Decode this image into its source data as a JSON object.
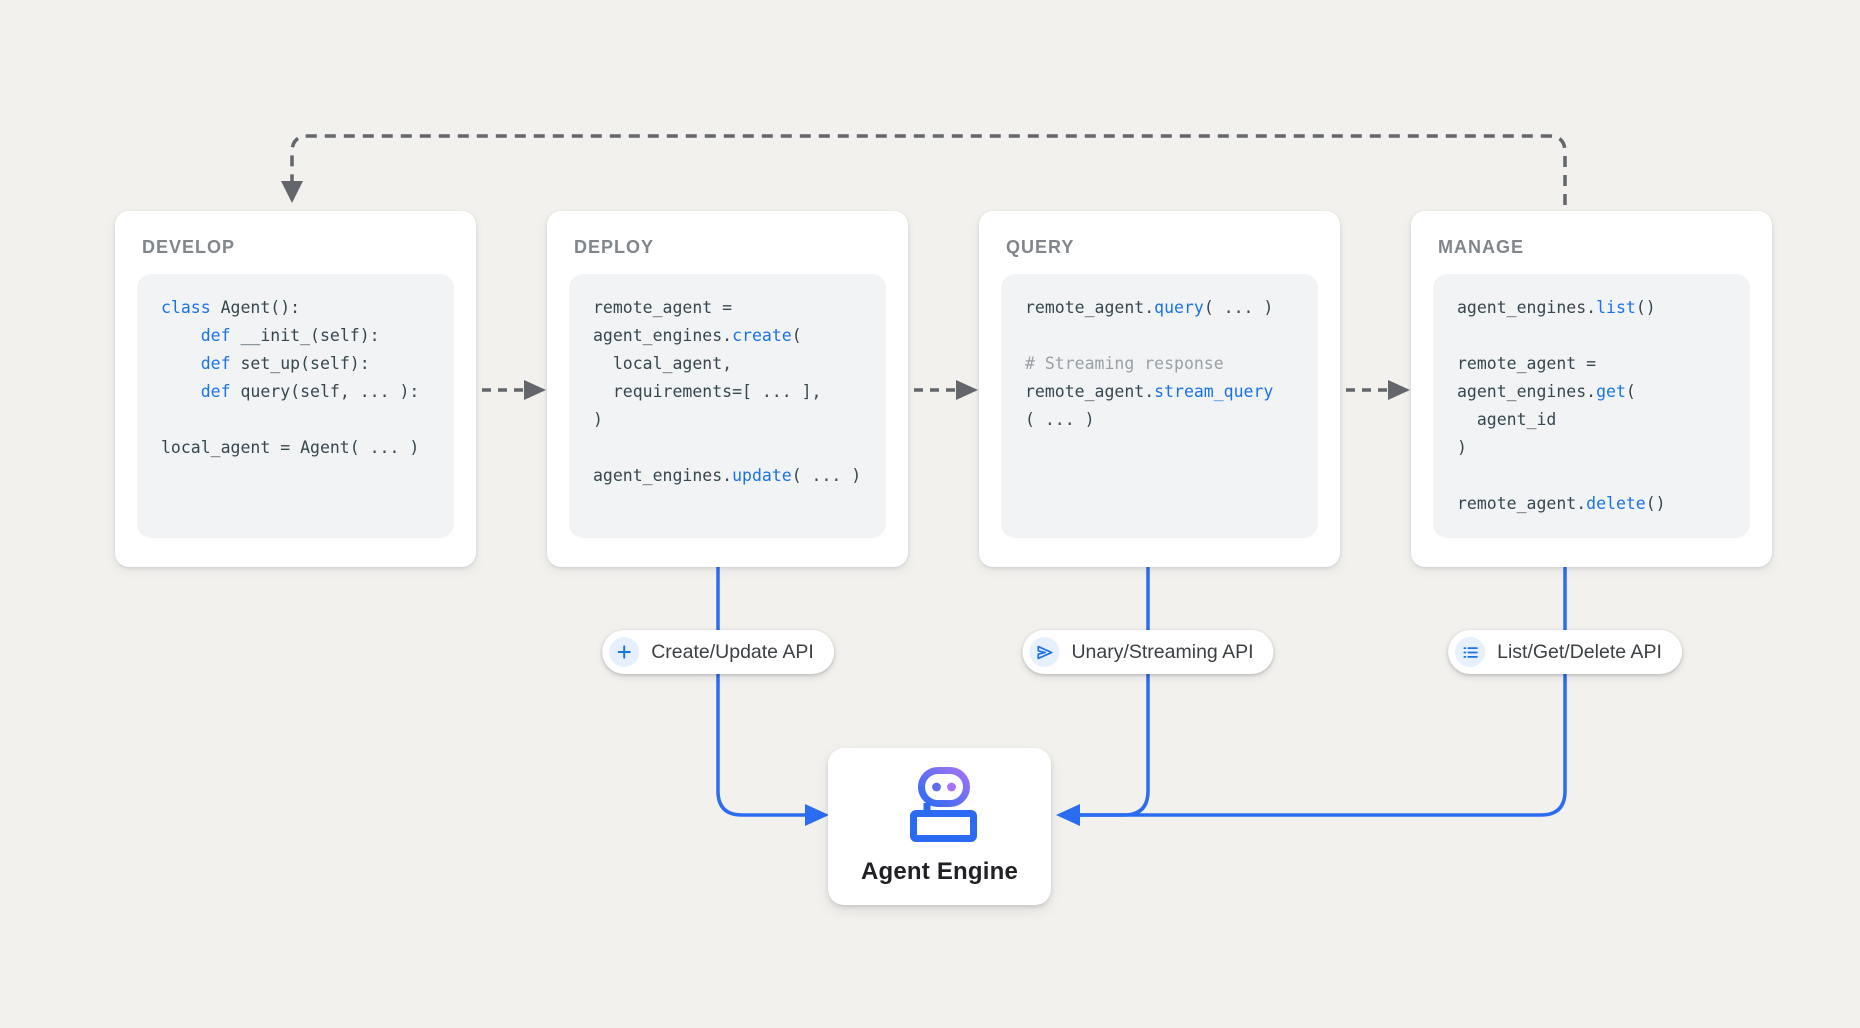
{
  "colors": {
    "bg": "#f2f1ee",
    "blue": "#2b6cf0",
    "keyword": "#1a73e8",
    "code": "#37474f",
    "comment": "#9aa0a6",
    "title": "#80868b",
    "arrow": "#63666b",
    "pilltext": "#3c4043",
    "codebg": "#f1f3f4",
    "iconbg": "#e7f0fe"
  },
  "stages": [
    {
      "title": "DEVELOP",
      "code": [
        [
          [
            "class ",
            "kw"
          ],
          [
            "Agent():",
            ""
          ]
        ],
        [
          [
            "    ",
            ""
          ],
          [
            "def ",
            "kw"
          ],
          [
            "__init_(self):",
            ""
          ]
        ],
        [
          [
            "    ",
            ""
          ],
          [
            "def ",
            "kw"
          ],
          [
            "set_up(self):",
            ""
          ]
        ],
        [
          [
            "    ",
            ""
          ],
          [
            "def ",
            "kw"
          ],
          [
            "query(self, ... ):",
            ""
          ]
        ],
        [],
        [
          [
            "local_agent = Agent( ... )",
            ""
          ]
        ]
      ]
    },
    {
      "title": "DEPLOY",
      "code": [
        [
          [
            "remote_agent =",
            ""
          ]
        ],
        [
          [
            "agent_engines.",
            ""
          ],
          [
            "create",
            "kw"
          ],
          [
            "(",
            ""
          ]
        ],
        [
          [
            "  local_agent,",
            ""
          ]
        ],
        [
          [
            "  requirements=[ ... ],",
            ""
          ]
        ],
        [
          [
            ")",
            ""
          ]
        ],
        [],
        [
          [
            "agent_engines.",
            ""
          ],
          [
            "update",
            "kw"
          ],
          [
            "( ... )",
            ""
          ]
        ]
      ]
    },
    {
      "title": "QUERY",
      "code": [
        [
          [
            "remote_agent.",
            ""
          ],
          [
            "query",
            "kw"
          ],
          [
            "( ... )",
            ""
          ]
        ],
        [],
        [
          [
            "# Streaming response",
            "cm"
          ]
        ],
        [
          [
            "remote_agent.",
            ""
          ],
          [
            "stream_query",
            "kw"
          ]
        ],
        [
          [
            "( ... )",
            ""
          ]
        ]
      ]
    },
    {
      "title": "MANAGE",
      "code": [
        [
          [
            "agent_engines.",
            ""
          ],
          [
            "list",
            "kw"
          ],
          [
            "()",
            ""
          ]
        ],
        [],
        [
          [
            "remote_agent =",
            ""
          ]
        ],
        [
          [
            "agent_engines.",
            ""
          ],
          [
            "get",
            "kw"
          ],
          [
            "(",
            ""
          ]
        ],
        [
          [
            "  agent_id",
            ""
          ]
        ],
        [
          [
            ")",
            ""
          ]
        ],
        [],
        [
          [
            "remote_agent.",
            ""
          ],
          [
            "delete",
            "kw"
          ],
          [
            "()",
            ""
          ]
        ]
      ]
    }
  ],
  "pills": [
    {
      "icon": "plus-icon",
      "label": "Create/Update API"
    },
    {
      "icon": "send-icon",
      "label": "Unary/Streaming API"
    },
    {
      "icon": "list-icon",
      "label": "List/Get/Delete API"
    }
  ],
  "engine": {
    "label": "Agent Engine"
  }
}
